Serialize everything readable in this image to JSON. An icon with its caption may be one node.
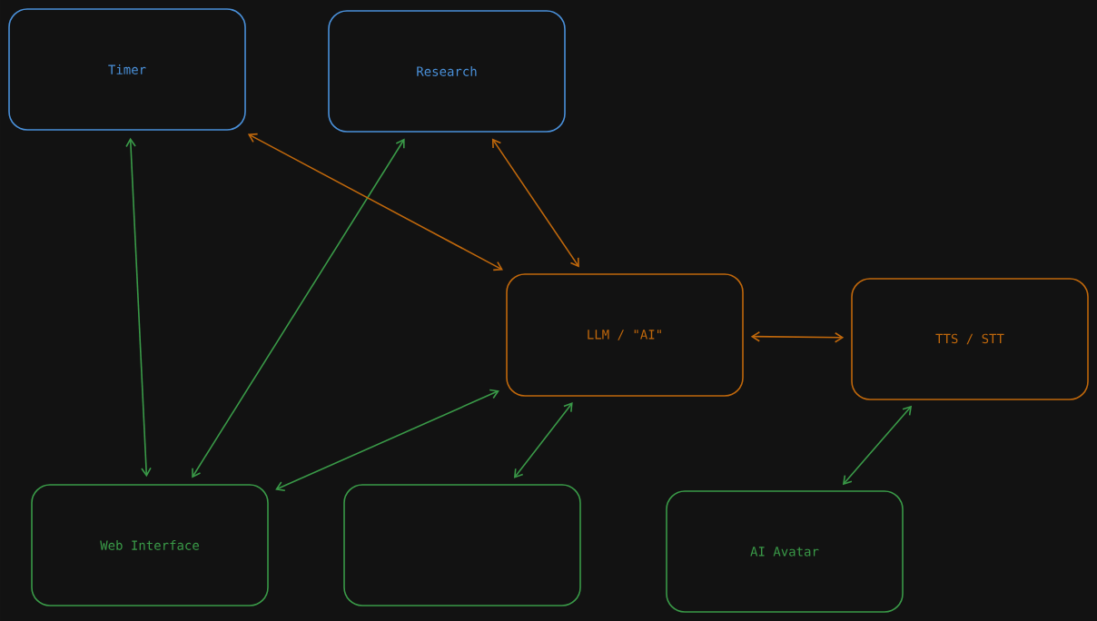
{
  "diagram": {
    "nodes": [
      {
        "text": [
          "Timer"
        ]
      },
      {
        "text": [
          "Research"
        ]
      },
      {
        "text": [
          "LLM / \"AI\""
        ]
      },
      {
        "text": [
          "TTS / STT"
        ]
      },
      {
        "text": [
          "Web Interface"
        ]
      },
      {
        "text": [],
        "shape": "box"
      },
      {
        "text": [
          "AI Avatar"
        ]
      }
    ],
    "edges": [
      {
        "from": 0,
        "to": 4,
        "arrow": "both"
      },
      {
        "from": 1,
        "to": 4,
        "arrow": "both"
      },
      {
        "from": 0,
        "to": 2,
        "arrow": "both",
        "color": "#c0680c"
      },
      {
        "from": 1,
        "to": 2,
        "arrow": "both",
        "color": "#c0680c"
      },
      {
        "from": 2,
        "to": 4,
        "arrow": "both"
      },
      {
        "from": 2,
        "to": 3,
        "arrow": "both",
        "color": "#c0680c"
      },
      {
        "from": 2,
        "to": 5,
        "arrow": "both"
      },
      {
        "from": 3,
        "to": 6,
        "arrow": "both"
      }
    ]
  }
}
